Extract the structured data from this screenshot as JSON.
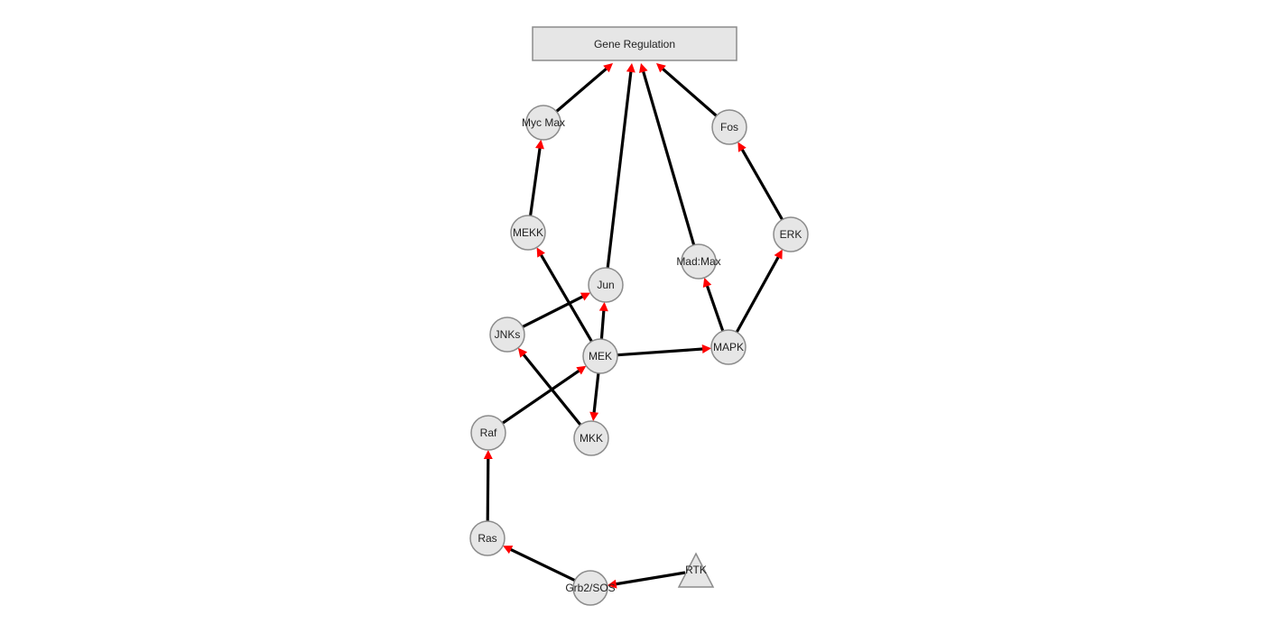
{
  "diagram": {
    "colors": {
      "node_fill": "#e6e6e6",
      "node_stroke": "#8c8c8c",
      "edge": "#000000",
      "arrow": "#ff0000"
    },
    "nodes": [
      {
        "id": "gene_regulation",
        "label": "Gene Regulation",
        "shape": "rectangle"
      },
      {
        "id": "myc_max",
        "label": "Myc Max",
        "shape": "circle"
      },
      {
        "id": "fos",
        "label": "Fos",
        "shape": "circle"
      },
      {
        "id": "mekk",
        "label": "MEKK",
        "shape": "circle"
      },
      {
        "id": "erk",
        "label": "ERK",
        "shape": "circle"
      },
      {
        "id": "mad_max",
        "label": "Mad:Max",
        "shape": "circle"
      },
      {
        "id": "jun",
        "label": "Jun",
        "shape": "circle"
      },
      {
        "id": "jnks",
        "label": "JNKs",
        "shape": "circle"
      },
      {
        "id": "mek",
        "label": "MEK",
        "shape": "circle"
      },
      {
        "id": "mapk",
        "label": "MAPK",
        "shape": "circle"
      },
      {
        "id": "raf",
        "label": "Raf",
        "shape": "circle"
      },
      {
        "id": "mkk",
        "label": "MKK",
        "shape": "circle"
      },
      {
        "id": "ras",
        "label": "Ras",
        "shape": "circle"
      },
      {
        "id": "grb2_sos",
        "label": "Grb2/SOS",
        "shape": "circle"
      },
      {
        "id": "rtk",
        "label": "RTK",
        "shape": "triangle"
      }
    ],
    "edges": [
      {
        "from": "rtk",
        "to": "grb2_sos"
      },
      {
        "from": "grb2_sos",
        "to": "ras"
      },
      {
        "from": "ras",
        "to": "raf"
      },
      {
        "from": "raf",
        "to": "mek"
      },
      {
        "from": "mek",
        "to": "mkk"
      },
      {
        "from": "mek",
        "to": "jun"
      },
      {
        "from": "mek",
        "to": "mekk"
      },
      {
        "from": "mek",
        "to": "mapk"
      },
      {
        "from": "mkk",
        "to": "jnks"
      },
      {
        "from": "jnks",
        "to": "jun"
      },
      {
        "from": "mekk",
        "to": "myc_max"
      },
      {
        "from": "mapk",
        "to": "mad_max"
      },
      {
        "from": "mapk",
        "to": "erk"
      },
      {
        "from": "erk",
        "to": "fos"
      },
      {
        "from": "myc_max",
        "to": "gene_regulation"
      },
      {
        "from": "jun",
        "to": "gene_regulation"
      },
      {
        "from": "mad_max",
        "to": "gene_regulation"
      },
      {
        "from": "fos",
        "to": "gene_regulation"
      }
    ]
  }
}
